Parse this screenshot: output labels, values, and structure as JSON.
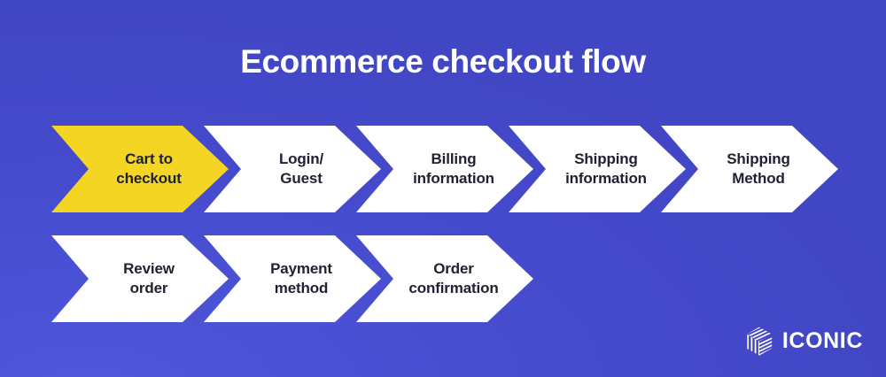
{
  "page": {
    "title": "Ecommerce checkout flow",
    "background_color": "#4247C5",
    "background_color_light": "#5057DD"
  },
  "flow": {
    "active_color": "#F5D524",
    "inactive_color": "#FFFFFF",
    "label_color": "#1F2031",
    "rows": [
      {
        "steps": [
          {
            "label": "Cart to\ncheckout",
            "state": "active"
          },
          {
            "label": "Login/\nGuest",
            "state": "inactive"
          },
          {
            "label": "Billing\ninformation",
            "state": "inactive"
          },
          {
            "label": "Shipping\ninformation",
            "state": "inactive"
          },
          {
            "label": "Shipping\nMethod",
            "state": "inactive"
          }
        ]
      },
      {
        "steps": [
          {
            "label": "Review\norder",
            "state": "inactive"
          },
          {
            "label": "Payment\nmethod",
            "state": "inactive"
          },
          {
            "label": "Order\nconfirmation",
            "state": "inactive"
          }
        ]
      }
    ]
  },
  "logo": {
    "mark_name": "iconic-cube-icon",
    "text": "ICONIC",
    "color": "#FFFFFF"
  }
}
